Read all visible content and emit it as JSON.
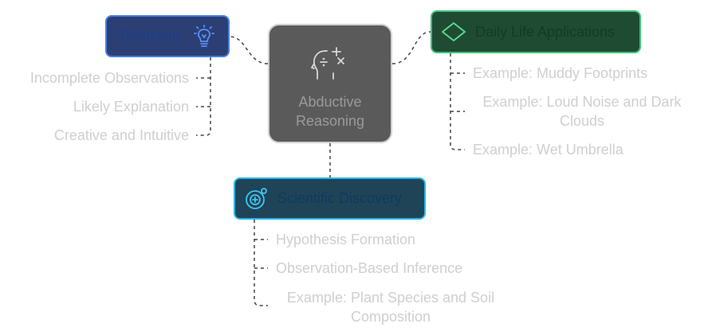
{
  "center": {
    "label": "Abductive Reasoning",
    "icon": "math-operators-head-icon"
  },
  "branches": {
    "definition": {
      "label": "Definition",
      "icon": "lightbulb-icon",
      "items": [
        "Incomplete Observations",
        "Likely Explanation",
        "Creative and Intuitive"
      ]
    },
    "daily": {
      "label": "Daily Life Applications",
      "icon": "diamond-icon",
      "items": [
        "Example: Muddy Footprints",
        "Example: Loud Noise and Dark Clouds",
        "Example: Wet Umbrella"
      ]
    },
    "science": {
      "label": "Scientific Discovery",
      "icon": "target-plus-icon",
      "items": [
        "Hypothesis Formation",
        "Observation-Based Inference",
        "Example: Plant Species and Soil Composition"
      ]
    }
  },
  "colors": {
    "center_fill": "#5a5a5a",
    "definition_fill": "#2b3f74",
    "definition_border": "#4a7ee0",
    "daily_fill": "#1f4b33",
    "daily_border": "#3ec27a",
    "science_fill": "#1f4457",
    "science_border": "#29b6e4",
    "connector": "#444444",
    "leaf_text": "#cfcfcf"
  }
}
